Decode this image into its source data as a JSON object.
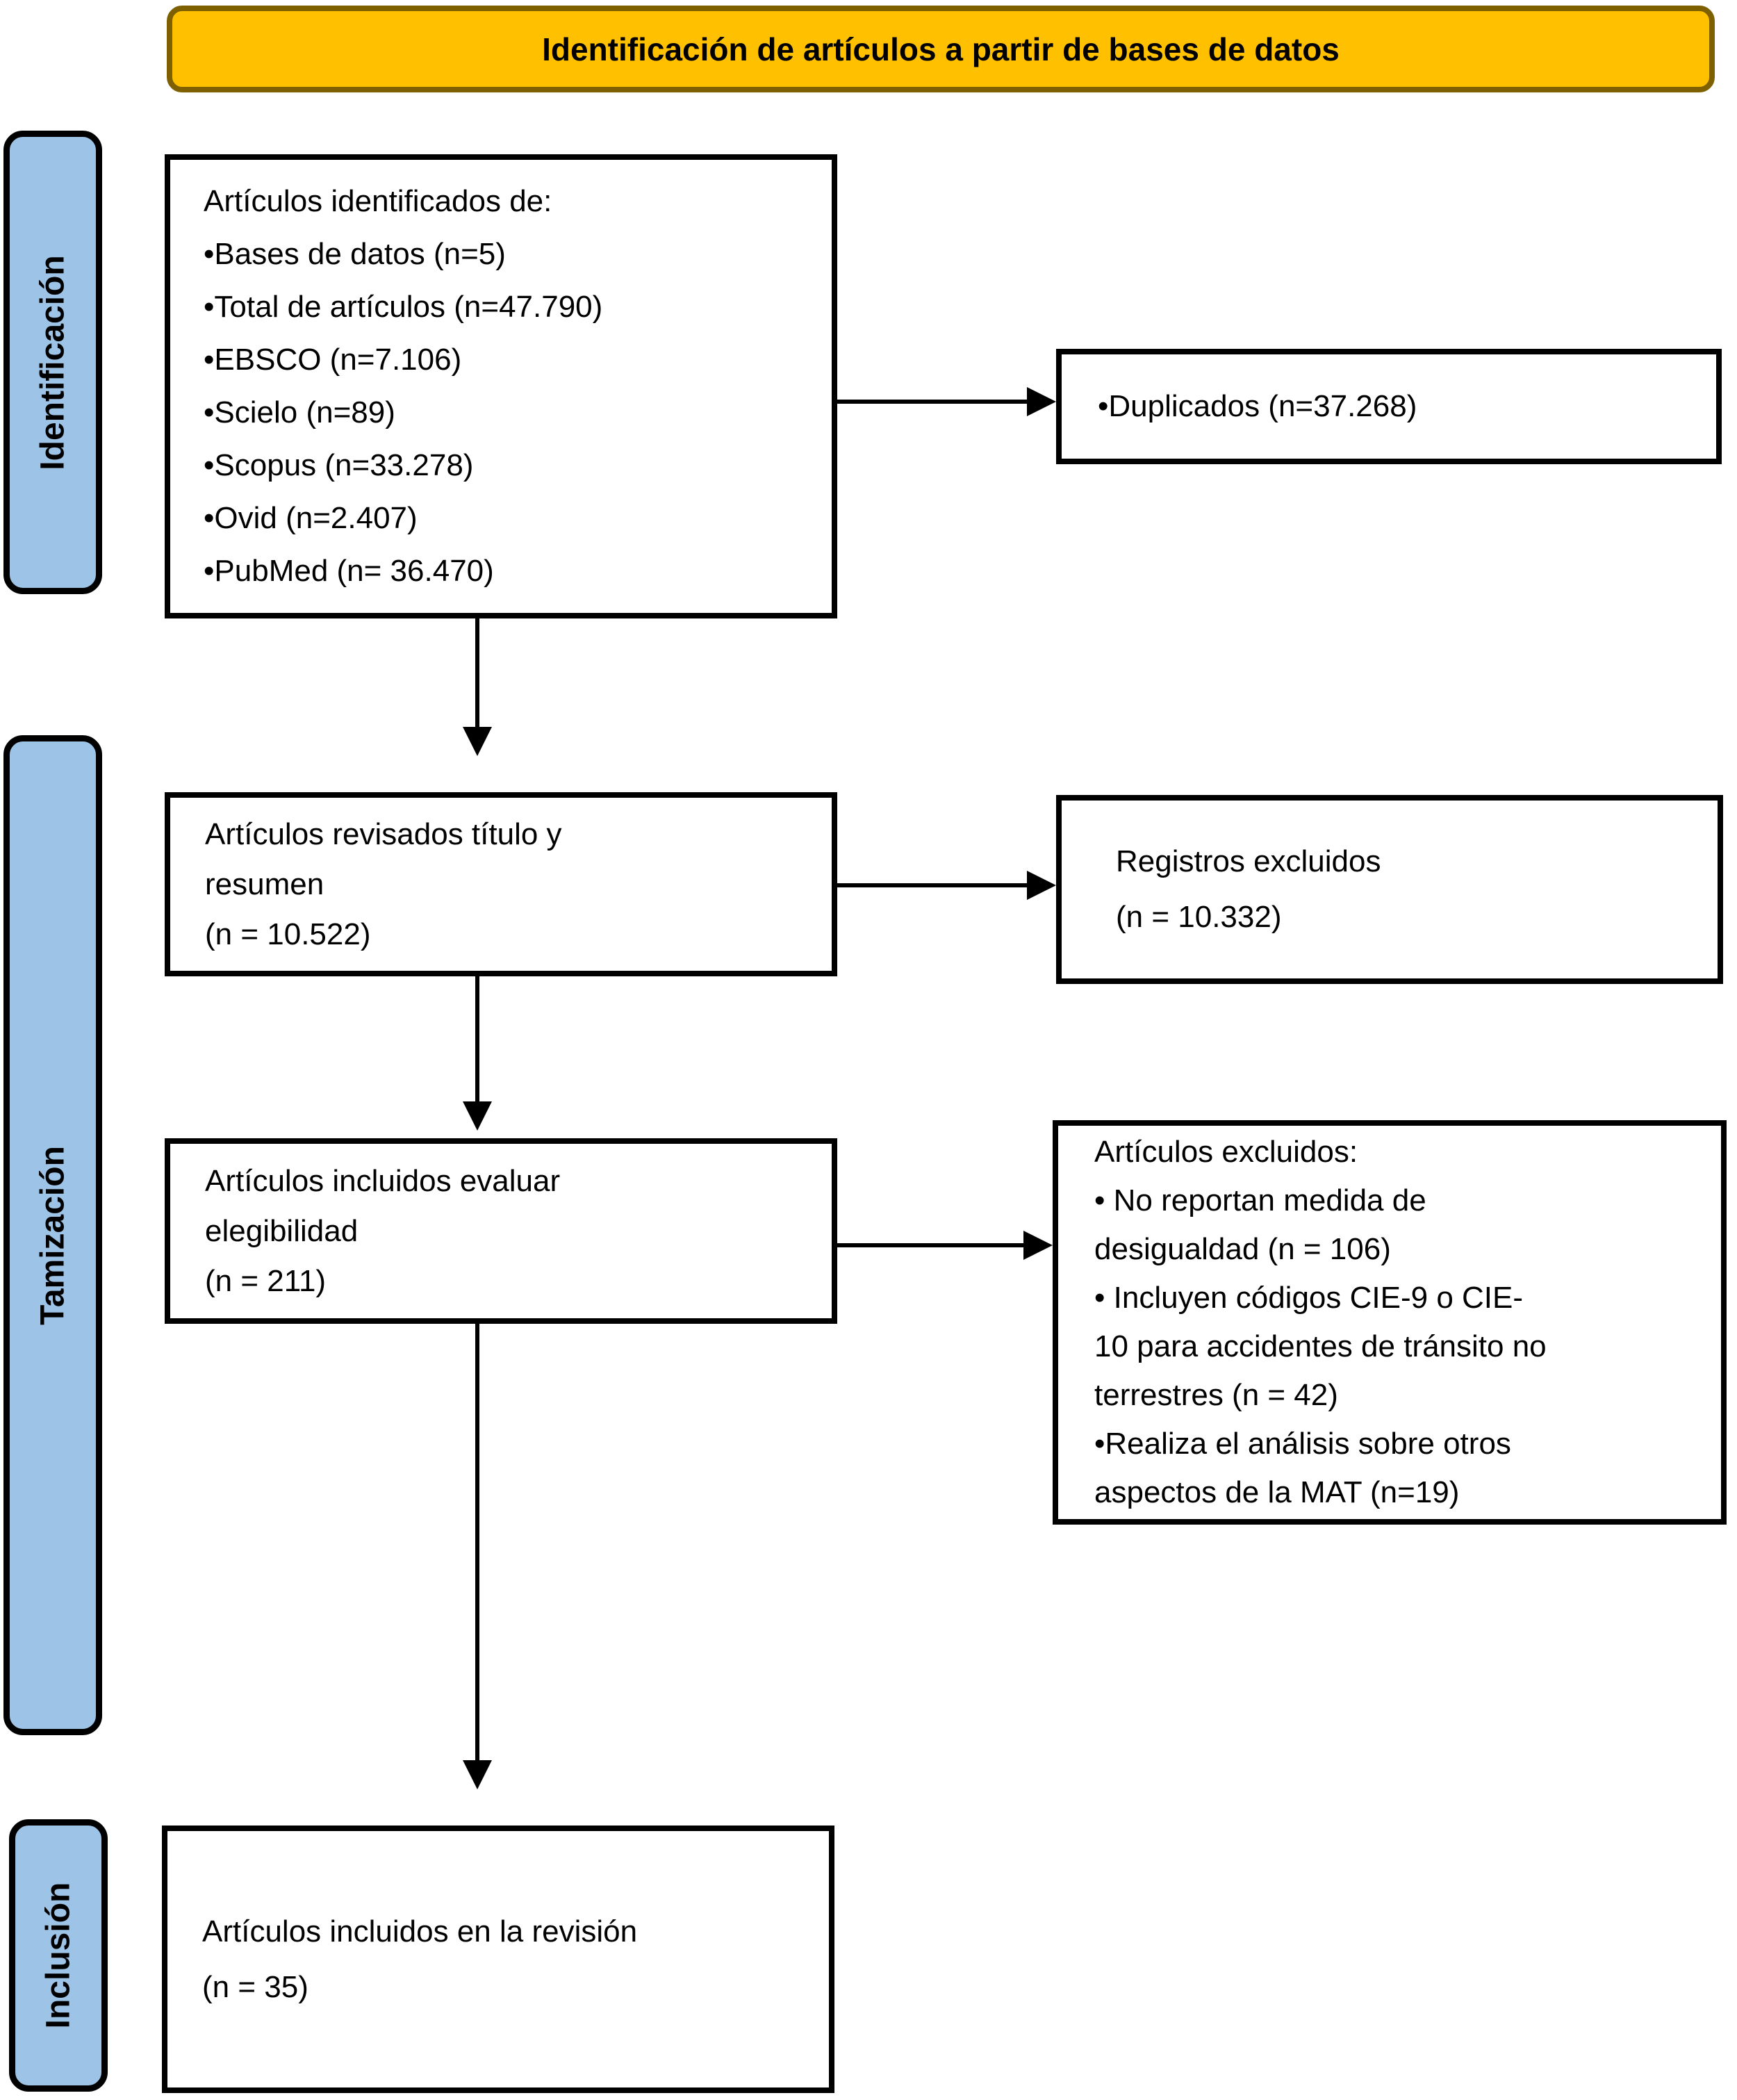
{
  "header": {
    "title": "Identificación de artículos a partir de bases de datos"
  },
  "stages": [
    {
      "label": "Identificación"
    },
    {
      "label": "Tamización"
    },
    {
      "label": "Inclusión"
    }
  ],
  "boxes": {
    "identified": {
      "lines": [
        "Artículos identificados de:",
        "•Bases de datos (n=5)",
        "•Total de artículos (n=47.790)",
        "•EBSCO (n=7.106)",
        "•Scielo (n=89)",
        "•Scopus (n=33.278)",
        "•Ovid (n=2.407)",
        "•PubMed (n= 36.470)"
      ]
    },
    "duplicates": {
      "lines": [
        "•Duplicados (n=37.268)"
      ]
    },
    "screened": {
      "lines": [
        "Artículos revisados título y",
        "resumen",
        "(n = 10.522)"
      ]
    },
    "records_excluded": {
      "lines": [
        "Registros excluidos",
        "(n = 10.332)"
      ]
    },
    "eligibility": {
      "lines": [
        "Artículos incluidos evaluar",
        "elegibilidad",
        "(n = 211)"
      ]
    },
    "articles_excluded": {
      "lines": [
        "Artículos excluidos:",
        "• No reportan medida de",
        "desigualdad (n = 106)",
        "• Incluyen códigos CIE-9 o CIE-",
        "10 para accidentes de tránsito no",
        "terrestres (n = 42)",
        "•Realiza el análisis sobre otros",
        "aspectos de la MAT (n=19)"
      ]
    },
    "included": {
      "lines": [
        "Artículos incluidos en la revisión",
        "(n = 35)"
      ]
    }
  },
  "colors": {
    "header_fill": "#FFC000",
    "header_border": "#7F6000",
    "stage_fill": "#9DC3E6",
    "stage_border": "#000000",
    "box_border": "#000000",
    "arrow": "#000000"
  }
}
